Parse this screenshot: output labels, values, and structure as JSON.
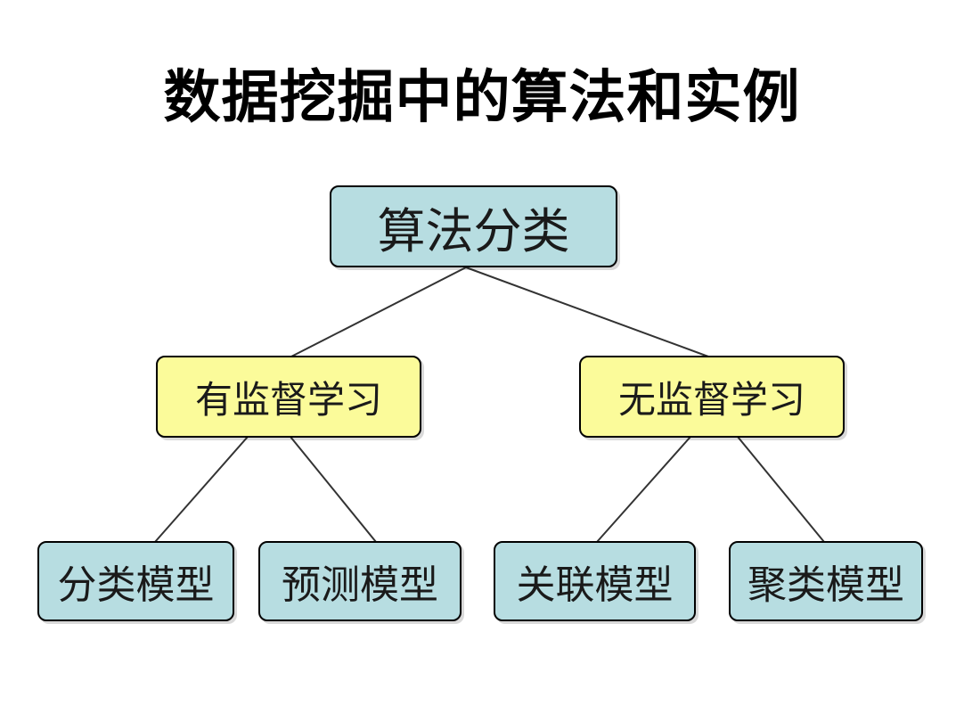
{
  "title": "数据挖掘中的算法和实例",
  "tree": {
    "root": "算法分类",
    "branches": [
      {
        "label": "有监督学习",
        "children": [
          "分类模型",
          "预测模型"
        ]
      },
      {
        "label": "无监督学习",
        "children": [
          "关联模型",
          "聚类模型"
        ]
      }
    ]
  },
  "colors": {
    "root_fill": "#b7dde1",
    "branch_fill": "#fbfb9a",
    "leaf_fill": "#b7dde1",
    "border": "#000000",
    "connector": "#333333"
  }
}
